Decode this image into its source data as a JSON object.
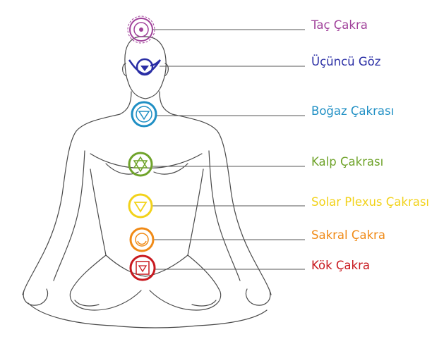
{
  "chakras": [
    {
      "label": "Taç Çakra",
      "color": "#a0419a",
      "icon": "crown-chakra-icon"
    },
    {
      "label": "Üçüncü Göz",
      "color": "#2a2ea5",
      "icon": "third-eye-chakra-icon"
    },
    {
      "label": "Boğaz Çakrası",
      "color": "#1f8fc4",
      "icon": "throat-chakra-icon"
    },
    {
      "label": "Kalp Çakrası",
      "color": "#6fa32a",
      "icon": "heart-chakra-icon"
    },
    {
      "label": "Solar Plexus Çakrası",
      "color": "#f2d21a",
      "icon": "solar-plexus-chakra-icon"
    },
    {
      "label": "Sakral Çakra",
      "color": "#f08a16",
      "icon": "sacral-chakra-icon"
    },
    {
      "label": "Kök Çakra",
      "color": "#c8191f",
      "icon": "root-chakra-icon"
    }
  ]
}
